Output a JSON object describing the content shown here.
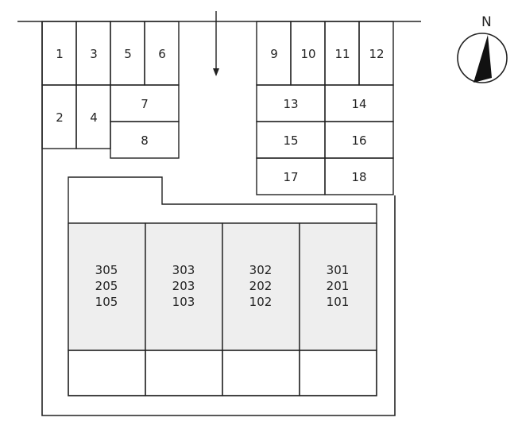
{
  "parking_spaces": {
    "s1": "1",
    "s2": "2",
    "s3": "3",
    "s4": "4",
    "s5": "5",
    "s6": "6",
    "s7": "7",
    "s8": "8",
    "s9": "9",
    "s10": "10",
    "s11": "11",
    "s12": "12",
    "s13": "13",
    "s14": "14",
    "s15": "15",
    "s16": "16",
    "s17": "17",
    "s18": "18"
  },
  "building_units": [
    {
      "top": "305",
      "mid": "205",
      "bot": "105"
    },
    {
      "top": "303",
      "mid": "203",
      "bot": "103"
    },
    {
      "top": "302",
      "mid": "202",
      "bot": "102"
    },
    {
      "top": "301",
      "mid": "201",
      "bot": "101"
    }
  ],
  "compass": {
    "label": "N"
  },
  "colors": {
    "line": "#222222",
    "building_fill": "#eeeeee",
    "background": "#ffffff"
  }
}
